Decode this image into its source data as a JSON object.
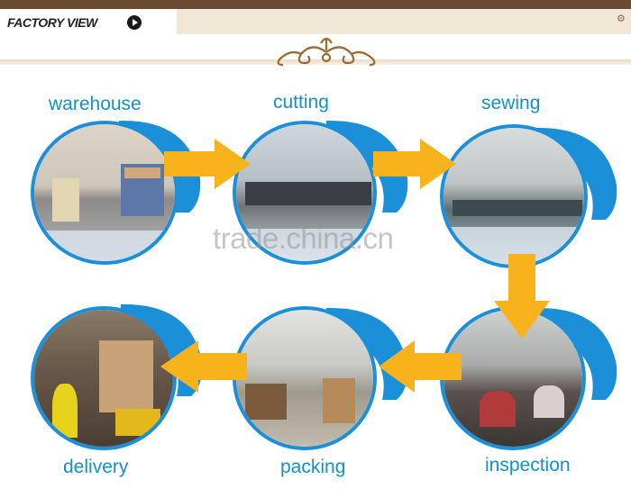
{
  "header": {
    "title": "FACTORY VIEW"
  },
  "steps": [
    {
      "id": "warehouse",
      "label": "warehouse"
    },
    {
      "id": "cutting",
      "label": "cutting"
    },
    {
      "id": "sewing",
      "label": "sewing"
    },
    {
      "id": "inspection",
      "label": "inspection"
    },
    {
      "id": "packing",
      "label": "packing"
    },
    {
      "id": "delivery",
      "label": "delivery"
    }
  ],
  "watermark": "trade.china.cn",
  "colors": {
    "accent_blue": "#1b8fd8",
    "label_blue": "#1690c8",
    "arrow_orange": "#f8b21c",
    "header_brown": "#6b4a33"
  },
  "icons": [
    "play-icon",
    "gear-icon",
    "ornament-icon"
  ]
}
